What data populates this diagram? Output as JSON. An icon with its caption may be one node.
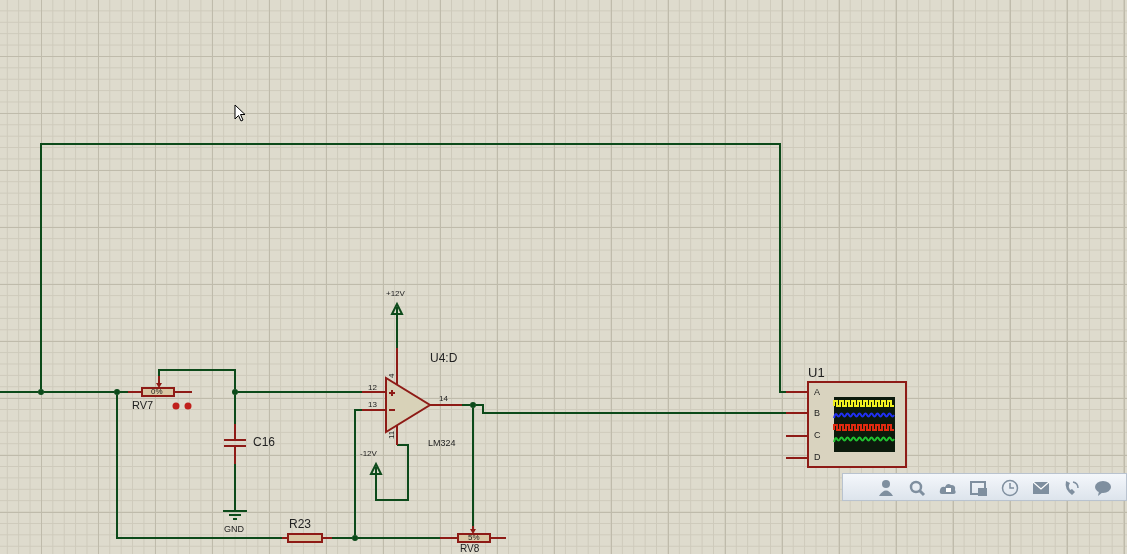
{
  "diagram": {
    "nodes": [
      {
        "text": [
          "0%"
        ],
        "beside": [
          "RV7"
        ]
      },
      {
        "text": [
          "C16"
        ]
      },
      {
        "text": [
          "GND"
        ]
      },
      {
        "text": [
          "R23"
        ]
      },
      {
        "text": [
          "U4:D",
          "4",
          "12",
          "13",
          "14",
          "11",
          "LM324"
        ]
      },
      {
        "text": [
          "+12V"
        ]
      },
      {
        "text": [
          "-12V"
        ]
      },
      {
        "text": [
          "5%"
        ],
        "beside": [
          "RV8"
        ]
      },
      {
        "text": [
          "U1",
          "A",
          "B",
          "C",
          "D"
        ]
      },
      {
        "text": [],
        "shape": "circle"
      },
      {
        "text": [],
        "shape": "circle"
      },
      {
        "text": [],
        "shape": "circle"
      },
      {
        "text": [],
        "shape": "circle"
      },
      {
        "text": [],
        "shape": "circle"
      }
    ],
    "edges": [
      {
        "from": null,
        "to": 9,
        "arrow": "none"
      },
      {
        "from": 9,
        "to": 8,
        "arrow": "none"
      },
      {
        "from": 9,
        "to": 10,
        "arrow": "none"
      },
      {
        "from": 10,
        "to": 0,
        "arrow": "none"
      },
      {
        "from": 10,
        "to": 3,
        "arrow": "none"
      },
      {
        "from": 0,
        "to": 11,
        "arrow": "none"
      },
      {
        "from": 11,
        "to": 1,
        "arrow": "none"
      },
      {
        "from": 1,
        "to": 2,
        "arrow": "none"
      },
      {
        "from": 11,
        "to": 4,
        "arrow": "none"
      },
      {
        "from": 3,
        "to": 12,
        "arrow": "none"
      },
      {
        "from": 12,
        "to": 4,
        "arrow": "none"
      },
      {
        "from": 12,
        "to": 7,
        "arrow": "none"
      },
      {
        "from": 4,
        "to": 13,
        "arrow": "none"
      },
      {
        "from": 13,
        "to": 8,
        "arrow": "none"
      },
      {
        "from": 13,
        "to": 7,
        "arrow": "none"
      },
      {
        "from": 4,
        "to": 5,
        "arrow": "none"
      },
      {
        "from": 4,
        "to": 6,
        "arrow": "none"
      }
    ]
  }
}
